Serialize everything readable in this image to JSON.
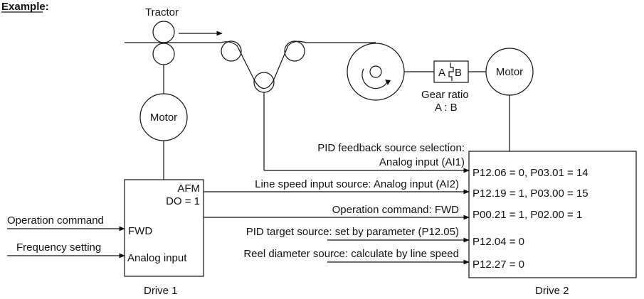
{
  "header": {
    "text": "Example:"
  },
  "tractor": {
    "label": "Tractor"
  },
  "motor1": {
    "label": "Motor"
  },
  "motor2": {
    "label": "Motor"
  },
  "gearbox": {
    "a": "A",
    "b": "B"
  },
  "gear_ratio": {
    "line1": "Gear ratio",
    "line2": "A : B"
  },
  "drive1": {
    "name": "Drive 1",
    "afm": "AFM",
    "do": "DO = 1",
    "fwd": "FWD",
    "analog_input": "Analog input",
    "op_command": "Operation command",
    "freq_setting": "Frequency setting"
  },
  "drive2": {
    "name": "Drive 2",
    "params": [
      "P12.06 = 0, P03.01 = 14",
      "P12.19 = 1, P03.00 = 15",
      "P00.21 = 1, P02.00 = 1",
      "P12.04 = 0",
      "P12.27 = 0"
    ]
  },
  "signals": {
    "pid_feedback_line1": "PID feedback source selection:",
    "pid_feedback_line2": "Analog input (AI1)",
    "line_speed": "Line speed input source: Analog input (AI2)",
    "op_command": "Operation command: FWD",
    "pid_target": "PID target source: set by parameter (P12.05)",
    "reel_diameter": "Reel diameter source: calculate by line speed"
  }
}
